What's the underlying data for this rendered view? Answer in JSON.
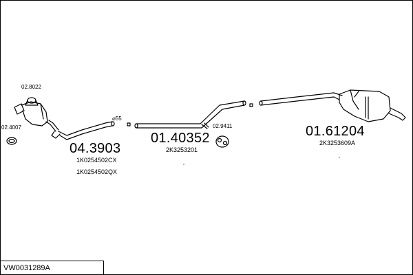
{
  "labels": {
    "clamp_top": "02.8022",
    "gasket_left": "02.4007",
    "diameter": "⌀55",
    "front_pipe_code": "04.3903",
    "front_pipe_oe1": "1K0254502CX",
    "front_pipe_oe2": "1K0254502QX",
    "mid_pipe_code": "01.40352",
    "mid_pipe_oe": "2K3253201",
    "hanger_code": "02.9411",
    "rear_silencer_code": "01.61204",
    "rear_silencer_oe": "2K3253609A"
  },
  "footer": {
    "kit_code": "VW0031289A"
  }
}
